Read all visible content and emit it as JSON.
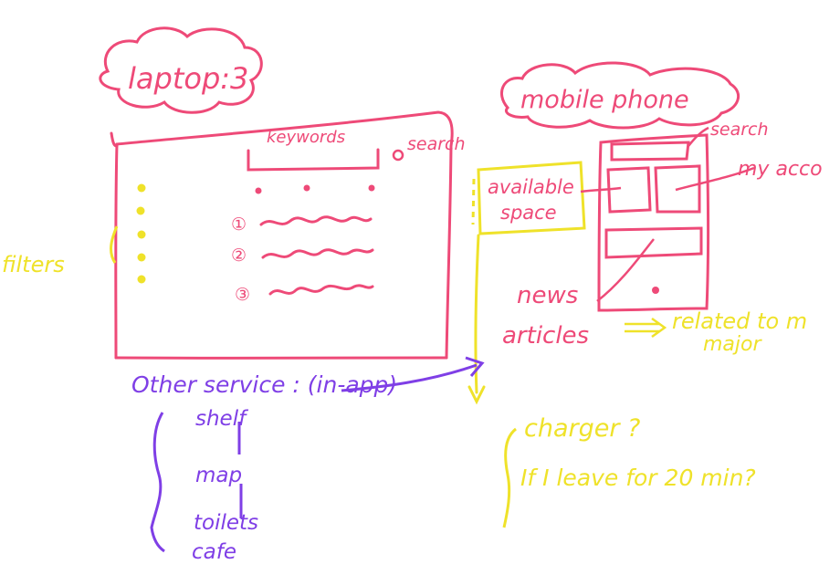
{
  "colors": {
    "pink": "#ee4a78",
    "yellow": "#efe22a",
    "purple": "#7f3fe6",
    "paper": "#ffffff"
  },
  "laptop": {
    "title": "laptop:3",
    "keywords": "keywords",
    "search": "search",
    "filters": "filters",
    "result_numbers": [
      "①",
      "②",
      "③"
    ]
  },
  "mobile": {
    "title": "mobile phone",
    "search": "search",
    "my_account": "my acco",
    "news": "news",
    "articles": "articles",
    "related": "related to m",
    "major": "major"
  },
  "available_space": {
    "line1": "available",
    "line2": "space"
  },
  "charger": {
    "line1": "charger ?",
    "line2": "If I leave for 20 min?"
  },
  "other_service": {
    "heading": "Other service : (in-app)",
    "items": [
      "shelf",
      "map",
      "toilets",
      "cafe"
    ]
  }
}
